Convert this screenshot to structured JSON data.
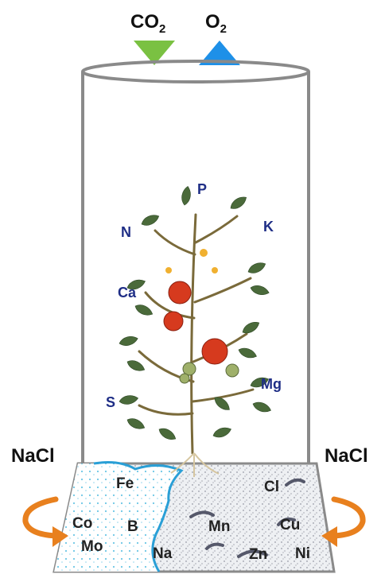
{
  "gases": {
    "co2": {
      "base": "CO",
      "sub": "2"
    },
    "o2": {
      "base": "O",
      "sub": "2"
    }
  },
  "nutrients": {
    "P": "P",
    "N": "N",
    "K": "K",
    "Ca": "Ca",
    "Mg": "Mg",
    "S": "S"
  },
  "salt": {
    "left": "NaCl",
    "right": "NaCl"
  },
  "soil_left": {
    "Fe": "Fe",
    "Co": "Co",
    "B": "B",
    "Mo": "Mo",
    "Na": "Na"
  },
  "soil_right": {
    "Cl": "Cl",
    "Mn": "Mn",
    "Cu": "Cu",
    "Zn": "Zn",
    "Ni": "Ni"
  },
  "colors": {
    "co2_arrow": "#7ac142",
    "o2_arrow": "#1e90e8",
    "rotation_arrow": "#e8801e",
    "nutrient_text": "#1f2e86",
    "leaf": "#4a6a3a",
    "tomato": "#d63a1e",
    "soil_blue": "#48b4dc"
  }
}
